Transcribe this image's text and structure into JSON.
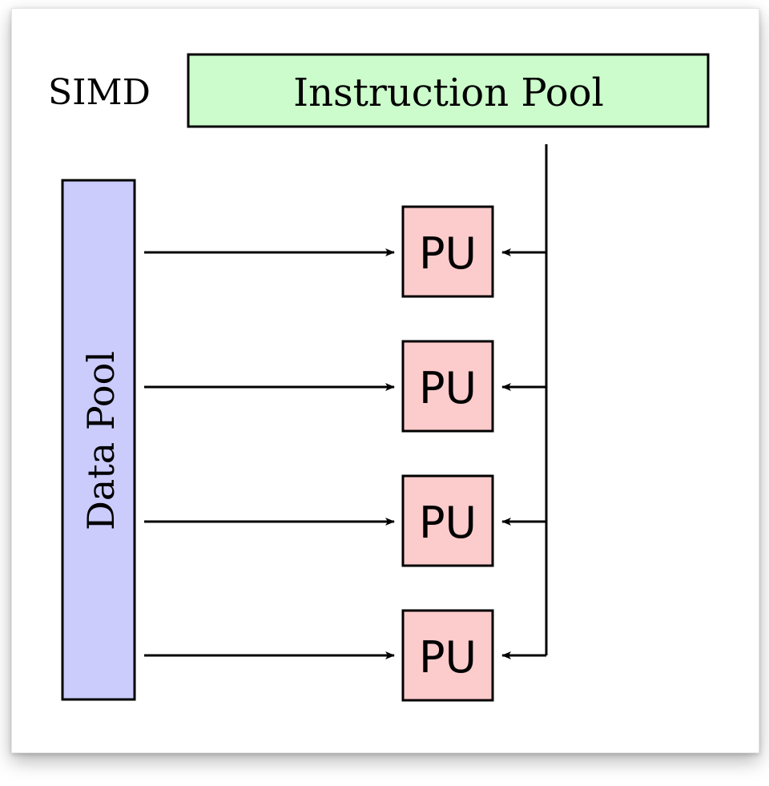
{
  "diagram": {
    "title": "SIMD",
    "instruction_pool": {
      "label": "Instruction Pool",
      "color": "#ccfccb"
    },
    "data_pool": {
      "label": "Data Pool",
      "color": "#cbcbfc"
    },
    "processing_units": [
      {
        "label": "PU"
      },
      {
        "label": "PU"
      },
      {
        "label": "PU"
      },
      {
        "label": "PU"
      }
    ],
    "pu_color": "#fccbcb",
    "line_color": "#000000"
  }
}
